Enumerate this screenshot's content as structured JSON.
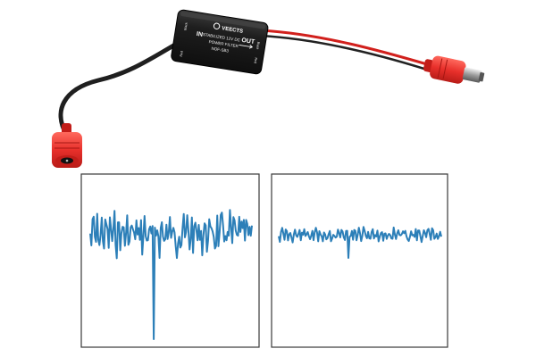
{
  "device": {
    "brand": "VEECTS",
    "line1": "STABILIZED 12V DC",
    "line2": "POWER FILTER",
    "line3": "NOF-SB3",
    "in_label": "IN",
    "out_label": "OUT",
    "in_left_side": "Black",
    "in_right_side": "Red",
    "out_left_side": "Black",
    "out_right_side": "Red"
  },
  "colors": {
    "plug_red": "#e8302b",
    "cable_black": "#2a2a2a",
    "cable_red": "#d1201c",
    "box_black": "#1b1b1b",
    "waveform_blue": "#2c7fb8",
    "panel_border": "#444444"
  },
  "waveforms": [
    {
      "panel": "before-filter",
      "peak_to_peak": 0.55,
      "spike_depth": 1.0
    },
    {
      "panel": "after-filter",
      "peak_to_peak": 0.18,
      "spike_depth": 0.2
    }
  ]
}
